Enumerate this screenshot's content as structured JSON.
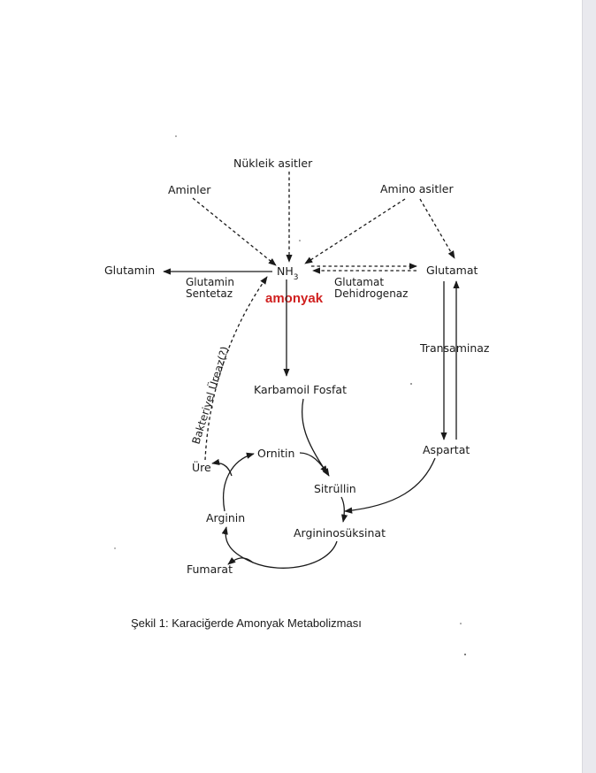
{
  "nodes": {
    "nukleik_asitler": "Nükleik asitler",
    "aminler": "Aminler",
    "amino_asitler": "Amino asitler",
    "glutamin": "Glutamin",
    "nh3_base": "NH",
    "nh3_sub": "3",
    "glutamat": "Glutamat",
    "transaminaz": "Transaminaz",
    "karbamoil_fosfat": "Karbamoil Fosfat",
    "ornitin": "Ornitin",
    "ure": "Üre",
    "sitrullin": "Sitrüllin",
    "aspartat": "Aspartat",
    "arginin": "Arginin",
    "argininosuksinat": "Argininosüksinat",
    "fumarat": "Fumarat"
  },
  "enzymes": {
    "glutamin_sentetaz_1": "Glutamin",
    "glutamin_sentetaz_2": "Sentetaz",
    "glutamat_dehidrogenaz_1": "Glutamat",
    "glutamat_dehidrogenaz_2": "Dehidrogenaz",
    "bakteriyel_ureaz": "Bakteriyel Üreaz(?)"
  },
  "annotation": {
    "text": "amonyak",
    "color": "#d0201f"
  },
  "caption": "Şekil 1: Karaciğerde Amonyak Metabolizması"
}
